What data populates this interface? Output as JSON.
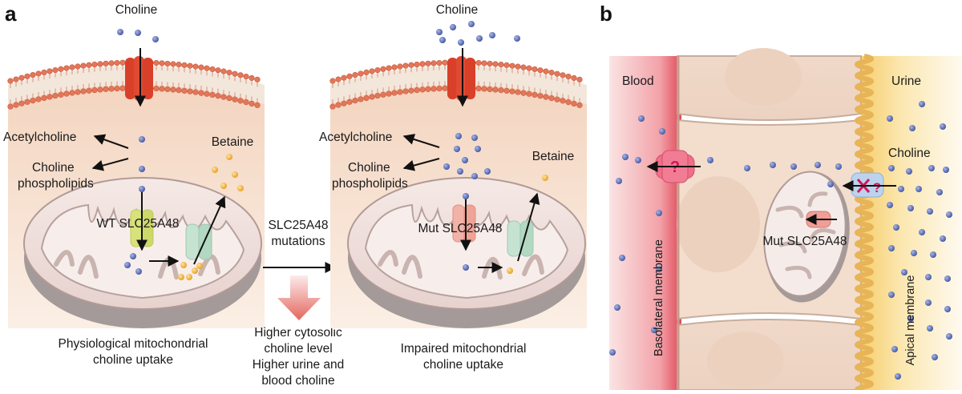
{
  "panel_a": {
    "letter": "a",
    "left": {
      "choline_label": "Choline",
      "acetylcholine_label": "Acetylcholine",
      "phospholipids_label": [
        "Choline",
        "phospholipids"
      ],
      "betaine_label": "Betaine",
      "transporter_label": "WT SLC25A48",
      "caption": [
        "Physiological mitochondrial",
        "choline uptake"
      ]
    },
    "middle": {
      "mutations_label": [
        "SLC25A48",
        "mutations"
      ],
      "consequence_label": [
        "Higher cytosolic",
        "choline level",
        "Higher urine and",
        "blood choline"
      ]
    },
    "right": {
      "choline_label": "Choline",
      "acetylcholine_label": "Acetylcholine",
      "phospholipids_label": [
        "Choline",
        "phospholipids"
      ],
      "betaine_label": "Betaine",
      "transporter_label": "Mut SLC25A48",
      "caption": [
        "Impaired mitochondrial",
        "choline uptake"
      ]
    }
  },
  "panel_b": {
    "letter": "b",
    "blood_label": "Blood",
    "urine_label": "Urine",
    "choline_label": "Choline",
    "transporter_label": "Mut SLC25A48",
    "basolateral_label": "Basolateral membrane",
    "apical_label": "Apical membrane",
    "unknown_transporter_mark": "?",
    "blocked_mark": "?"
  },
  "colors": {
    "cytosol": "#f6e0cd",
    "membrane_head": "#e2775a",
    "channel": "#d9402a",
    "choline_dot": "#5a6fb8",
    "betaine_dot": "#f3b43a",
    "wt_transporter": "#d7e27a",
    "mut_transporter": "#f2a9a0",
    "betaine_transporter": "#b9dcc8",
    "blood": "#e84a5f",
    "urine": "#f7d27a"
  }
}
